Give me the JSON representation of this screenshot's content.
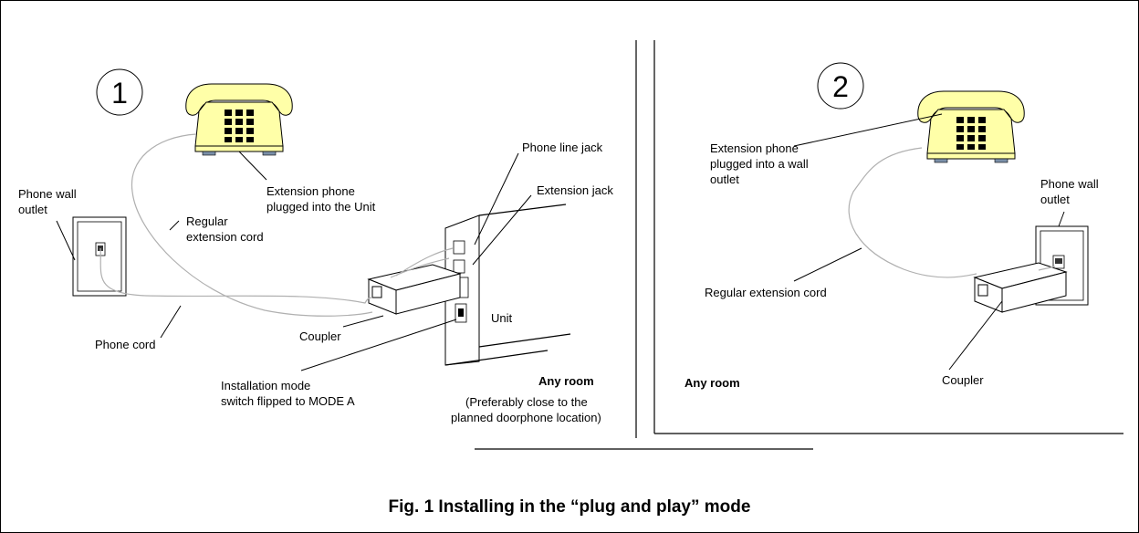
{
  "scene1": {
    "step_number": "1",
    "labels": {
      "phone_wall_outlet": [
        "Phone wall",
        "outlet"
      ],
      "regular_extension_cord": [
        "Regular",
        "extension cord"
      ],
      "extension_phone": [
        "Extension phone",
        "plugged into the Unit"
      ],
      "phone_line_jack": "Phone line jack",
      "extension_jack": "Extension jack",
      "unit": "Unit",
      "coupler": "Coupler",
      "phone_cord": "Phone cord",
      "installation_mode": [
        "Installation mode",
        "switch flipped to MODE A"
      ],
      "any_room": "Any room",
      "location_note": [
        "(Preferably close to the",
        "planned  doorphone location)"
      ]
    }
  },
  "scene2": {
    "step_number": "2",
    "labels": {
      "extension_phone": [
        "Extension phone",
        "plugged into a wall",
        "outlet"
      ],
      "phone_wall_outlet": [
        "Phone wall",
        "outlet"
      ],
      "regular_extension_cord": "Regular extension cord",
      "coupler": "Coupler",
      "any_room": "Any room"
    }
  },
  "caption": "Fig. 1 Installing in the “plug and play” mode",
  "colors": {
    "phone_body": "#ffffa8",
    "cord": "#b0b0b0",
    "line": "#000000",
    "background": "#ffffff"
  }
}
